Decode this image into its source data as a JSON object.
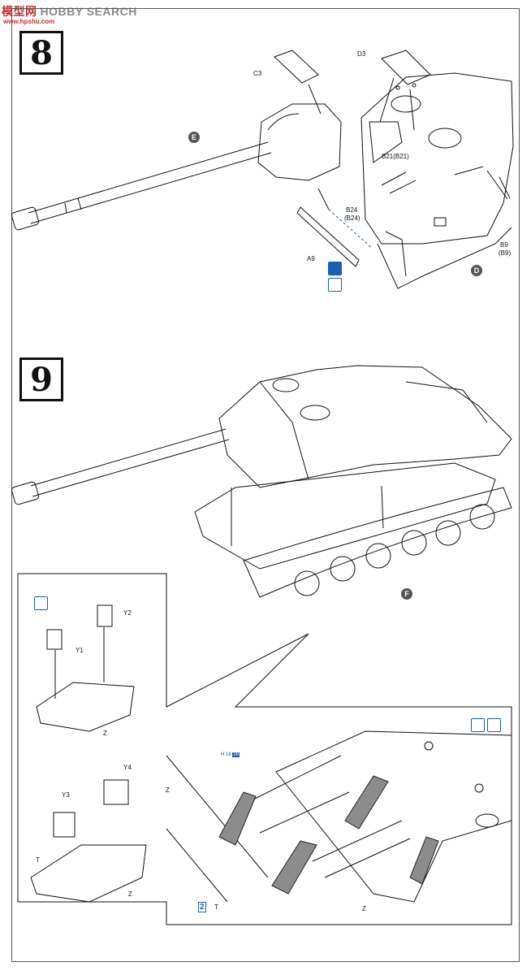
{
  "watermark": {
    "cn": "模型网",
    "brand": "HOBBY SEARCH",
    "url": "www.hpshu.com"
  },
  "step8": {
    "number": "8",
    "labels": {
      "c3": "C3",
      "d3": "D3",
      "e": "E",
      "b21": "B21(B21)",
      "b24": "B24",
      "b24_alt": "(B24)",
      "a9": "A9",
      "b9": "B9",
      "b9_alt": "(B9)",
      "d": "D"
    }
  },
  "step9": {
    "number": "9",
    "labels": {
      "f": "F"
    },
    "inset_left": {
      "y2": "Y2",
      "y1": "Y1",
      "z_top": "Z",
      "y4": "Y4",
      "y3": "Y3",
      "t": "T",
      "z_bottom": "Z"
    },
    "inset_right": {
      "z_left": "Z",
      "z_bottom": "Z",
      "t": "T",
      "count": "2",
      "sprue_ref": "H 18",
      "sprue_box": "28"
    }
  },
  "icons": [
    "cement-icon",
    "rotate-icon",
    "paint-icon"
  ],
  "colors": {
    "accent": "#1a5fb4",
    "badge": "#555555",
    "line": "#111111"
  }
}
